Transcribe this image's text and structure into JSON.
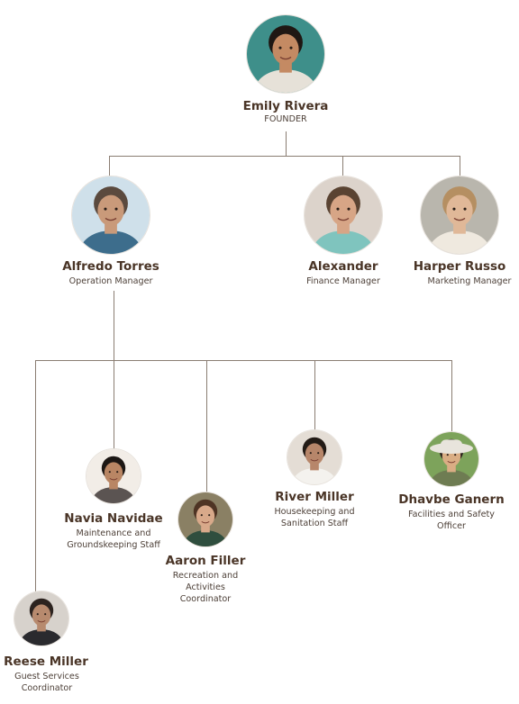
{
  "people": {
    "founder": {
      "name": "Emily Rivera",
      "role": [
        "FOUNDER"
      ],
      "skin": "#c48a63",
      "hair": "#1f1713",
      "shirt": "#e6e1d8",
      "bg": "#3e8f8a"
    },
    "alfredo": {
      "name": "Alfredo Torres",
      "role": [
        "Operation Manager"
      ],
      "skin": "#c99a7a",
      "hair": "#5b4a3e",
      "shirt": "#3d6d8c",
      "bg": "#cfe0ea"
    },
    "alexander": {
      "name": "Alexander",
      "role": [
        "Finance Manager"
      ],
      "skin": "#d7a586",
      "hair": "#5a4332",
      "shirt": "#7fc4be",
      "bg": "#dcd3cb"
    },
    "harper": {
      "name": "Harper Russo",
      "role": [
        "Marketing Manager"
      ],
      "skin": "#e0b898",
      "hair": "#b58f62",
      "shirt": "#efe9df",
      "bg": "#b9b6ad"
    },
    "navia": {
      "name": "Navia Navidae",
      "role": [
        "Maintenance and",
        "Groundskeeping Staff"
      ],
      "skin": "#b98664",
      "hair": "#1c1714",
      "shirt": "#5b5452",
      "bg": "#f2ede7"
    },
    "aaron": {
      "name": "Aaron Filler",
      "role": [
        "Recreation and",
        "Activities",
        "Coordinator"
      ],
      "skin": "#d8a98a",
      "hair": "#4e3424",
      "shirt": "#2f4e3e",
      "bg": "#8a8064"
    },
    "river": {
      "name": "River Miller",
      "role": [
        "Housekeeping and",
        "Sanitation Staff"
      ],
      "skin": "#b7866a",
      "hair": "#231b16",
      "shirt": "#f4f2ee",
      "bg": "#e4ddd5"
    },
    "dhavbe": {
      "name": "Dhavbe Ganern",
      "role": [
        "Facilities and Safety",
        "Officer"
      ],
      "skin": "#d9ad84",
      "hair": "#2a211c",
      "shirt": "#6e7c52",
      "bg": "#7da35b",
      "hat": "#e8e4dc"
    },
    "reese": {
      "name": "Reese Miller",
      "role": [
        "Guest Services",
        "Coordinator"
      ],
      "skin": "#b78a6e",
      "hair": "#2c231f",
      "shirt": "#2a2a2e",
      "bg": "#d7d2cc"
    }
  },
  "colors": {
    "connector": "#8a7d72",
    "name": "#4a3527",
    "role": "#4d4038"
  }
}
